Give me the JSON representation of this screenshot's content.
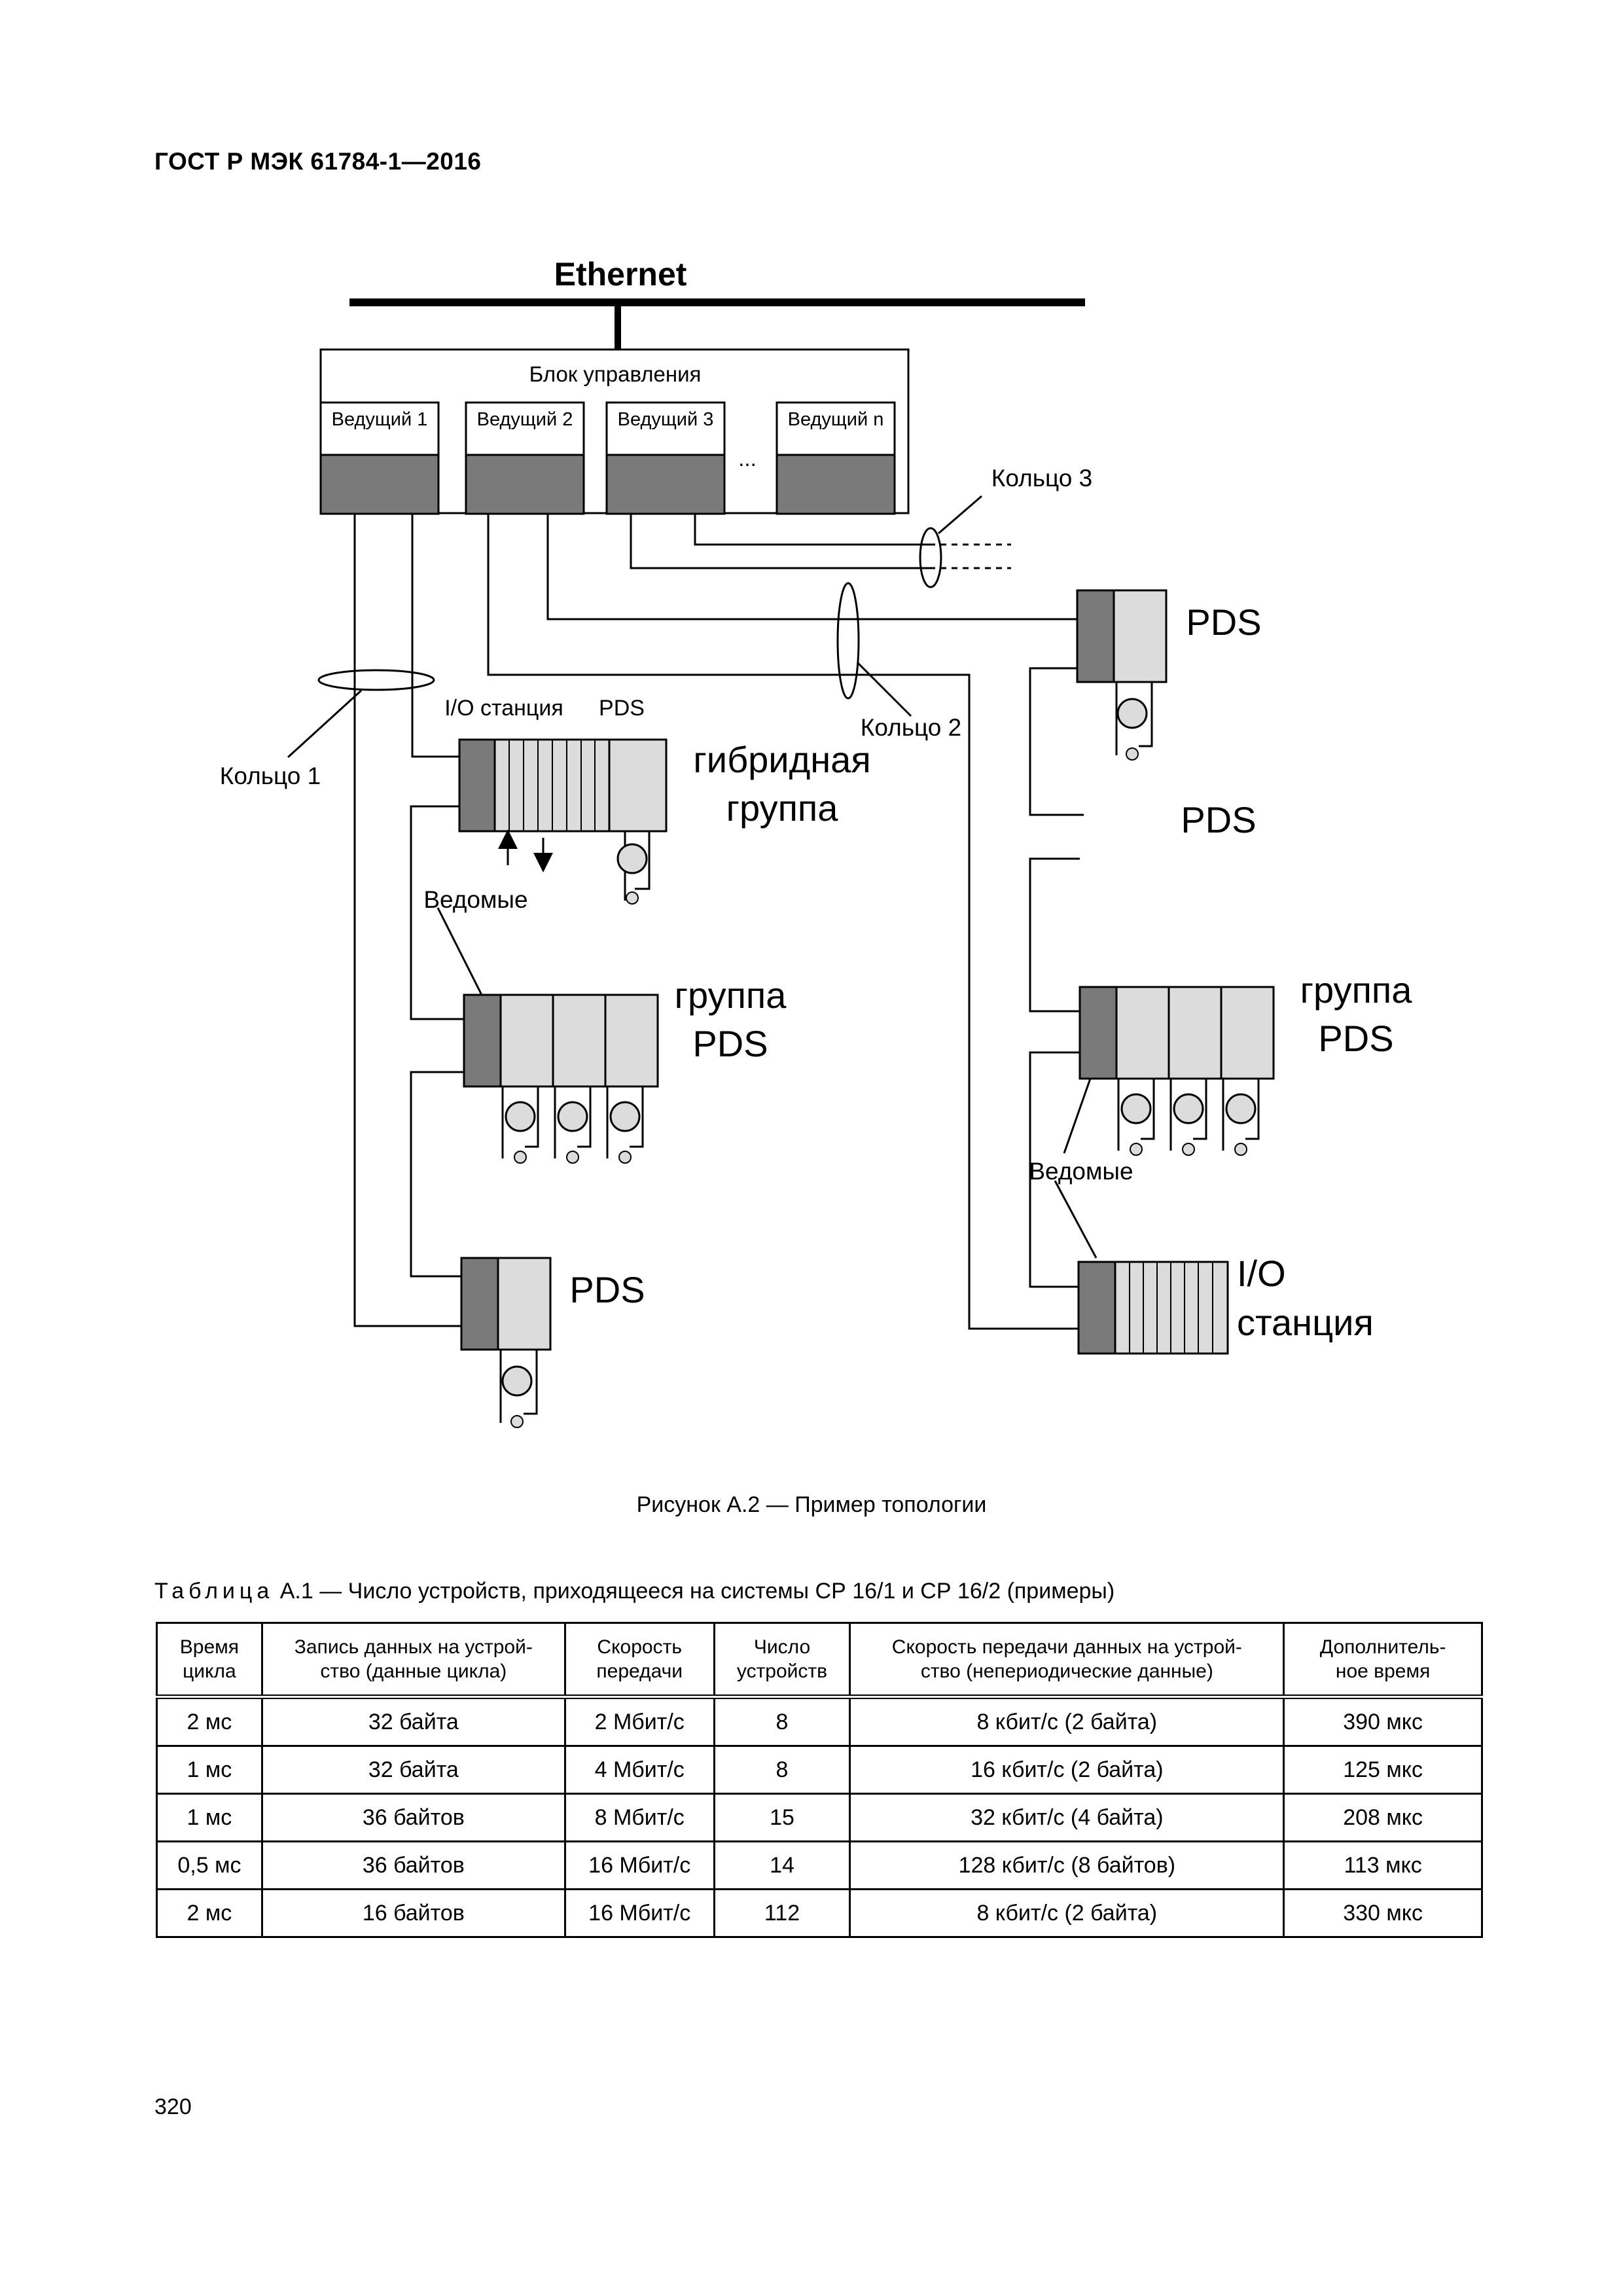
{
  "document": {
    "header": "ГОСТ Р МЭК 61784-1—2016",
    "page_number": "320"
  },
  "figure": {
    "caption": "Рисунок А.2 — Пример топологии",
    "labels": {
      "ethernet": "Ethernet",
      "control_block": "Блок управления",
      "master_1": "Ведущий 1",
      "master_2": "Ведущий 2",
      "master_3": "Ведущий 3",
      "master_n": "Ведущий n",
      "ellipsis": "...",
      "ring_1": "Кольцо 1",
      "ring_2": "Кольцо 2",
      "ring_3": "Кольцо 3",
      "io_station_small": "I/O станция",
      "pds_small": "PDS",
      "hybrid_line1": "гибридная",
      "hybrid_line2": "группа",
      "slaves_left": "Ведомые",
      "pds_group_left_line1": "группа",
      "pds_group_left_line2": "PDS",
      "pds_bottom_left": "PDS",
      "pds_top_right": "PDS",
      "pds_mid_right": "PDS",
      "pds_group_right_line1": "группа",
      "pds_group_right_line2": "PDS",
      "slaves_right": "Ведомые",
      "io_right_line1": "I/O",
      "io_right_line2": "станция"
    }
  },
  "table": {
    "title_spaced": "Таблица",
    "title_rest": " А.1 — Число устройств, приходящееся на системы СР 16/1 и СР 16/2 (примеры)",
    "headers": [
      [
        "Время",
        "цикла"
      ],
      [
        "Запись данных на устрой-",
        "ство (данные цикла)"
      ],
      [
        "Скорость",
        "передачи"
      ],
      [
        "Число",
        "устройств"
      ],
      [
        "Скорость передачи данных на устрой-",
        "ство (непериодические данные)"
      ],
      [
        "Дополнитель-",
        "ное время"
      ]
    ],
    "rows": [
      [
        "2 мс",
        "32 байта",
        "2 Мбит/с",
        "8",
        "8 кбит/с (2 байта)",
        "390 мкс"
      ],
      [
        "1 мс",
        "32 байта",
        "4 Мбит/с",
        "8",
        "16 кбит/с (2 байта)",
        "125 мкс"
      ],
      [
        "1 мс",
        "36 байтов",
        "8 Мбит/с",
        "15",
        "32 кбит/с (4 байта)",
        "208 мкс"
      ],
      [
        "0,5 мс",
        "36 байтов",
        "16 Мбит/с",
        "14",
        "128 кбит/с (8 байтов)",
        "113 мкс"
      ],
      [
        "2 мс",
        "16 байтов",
        "16 Мбит/с",
        "112",
        "8 кбит/с (2 байта)",
        "330 мкс"
      ]
    ]
  }
}
